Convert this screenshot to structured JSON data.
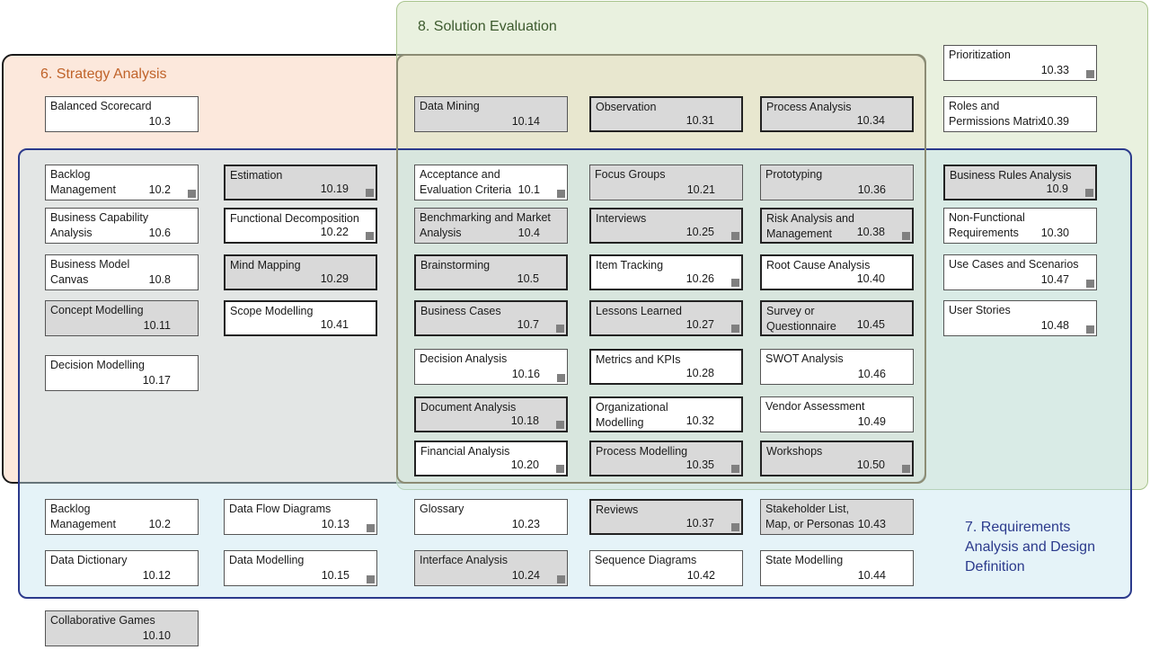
{
  "regions": {
    "strategy": "6. Strategy Analysis",
    "solution": "8. Solution Evaluation",
    "rad": "7. Requirements Analysis and Design Definition"
  },
  "techniques": [
    {
      "name": "Balanced Scorecard",
      "num": "10.3",
      "grey": false,
      "bold": false,
      "marker": false
    },
    {
      "name": "Backlog Management",
      "num": "10.2",
      "grey": false,
      "bold": false,
      "marker": true
    },
    {
      "name": "Business Capability Analysis",
      "num": "10.6",
      "grey": false,
      "bold": false,
      "marker": false
    },
    {
      "name": "Business Model Canvas",
      "num": "10.8",
      "grey": false,
      "bold": false,
      "marker": false
    },
    {
      "name": "Concept Modelling",
      "num": "10.11",
      "grey": true,
      "bold": false,
      "marker": false
    },
    {
      "name": "Decision Modelling",
      "num": "10.17",
      "grey": false,
      "bold": false,
      "marker": false
    },
    {
      "name": "Estimation",
      "num": "10.19",
      "grey": true,
      "bold": true,
      "marker": true
    },
    {
      "name": "Functional Decomposition",
      "num": "10.22",
      "grey": false,
      "bold": true,
      "marker": true
    },
    {
      "name": "Mind Mapping",
      "num": "10.29",
      "grey": true,
      "bold": true,
      "marker": false
    },
    {
      "name": "Scope Modelling",
      "num": "10.41",
      "grey": false,
      "bold": true,
      "marker": false
    },
    {
      "name": "Data Mining",
      "num": "10.14",
      "grey": true,
      "bold": false,
      "marker": false
    },
    {
      "name": "Observation",
      "num": "10.31",
      "grey": true,
      "bold": true,
      "marker": false
    },
    {
      "name": "Process Analysis",
      "num": "10.34",
      "grey": true,
      "bold": true,
      "marker": false
    },
    {
      "name": "Acceptance and Evaluation Criteria",
      "num": "10.1",
      "grey": false,
      "bold": false,
      "marker": true
    },
    {
      "name": "Benchmarking and Market Analysis",
      "num": "10.4",
      "grey": true,
      "bold": false,
      "marker": false
    },
    {
      "name": "Brainstorming",
      "num": "10.5",
      "grey": true,
      "bold": true,
      "marker": false
    },
    {
      "name": "Business Cases",
      "num": "10.7",
      "grey": true,
      "bold": true,
      "marker": true
    },
    {
      "name": "Decision Analysis",
      "num": "10.16",
      "grey": false,
      "bold": false,
      "marker": true
    },
    {
      "name": "Document Analysis",
      "num": "10.18",
      "grey": true,
      "bold": true,
      "marker": true
    },
    {
      "name": "Financial Analysis",
      "num": "10.20",
      "grey": false,
      "bold": true,
      "marker": true
    },
    {
      "name": "Focus Groups",
      "num": "10.21",
      "grey": true,
      "bold": false,
      "marker": false
    },
    {
      "name": "Interviews",
      "num": "10.25",
      "grey": true,
      "bold": true,
      "marker": true
    },
    {
      "name": "Item Tracking",
      "num": "10.26",
      "grey": false,
      "bold": true,
      "marker": true
    },
    {
      "name": "Lessons Learned",
      "num": "10.27",
      "grey": true,
      "bold": true,
      "marker": true
    },
    {
      "name": "Metrics and KPIs",
      "num": "10.28",
      "grey": false,
      "bold": true,
      "marker": false
    },
    {
      "name": "Organizational Modelling",
      "num": "10.32",
      "grey": false,
      "bold": true,
      "marker": false
    },
    {
      "name": "Process Modelling",
      "num": "10.35",
      "grey": true,
      "bold": true,
      "marker": true
    },
    {
      "name": "Prototyping",
      "num": "10.36",
      "grey": true,
      "bold": false,
      "marker": false
    },
    {
      "name": "Risk Analysis and Management",
      "num": "10.38",
      "grey": true,
      "bold": true,
      "marker": true
    },
    {
      "name": "Root Cause Analysis",
      "num": "10.40",
      "grey": false,
      "bold": true,
      "marker": false
    },
    {
      "name": "Survey or Questionnaire",
      "num": "10.45",
      "grey": true,
      "bold": true,
      "marker": false
    },
    {
      "name": "SWOT Analysis",
      "num": "10.46",
      "grey": false,
      "bold": false,
      "marker": false
    },
    {
      "name": "Vendor Assessment",
      "num": "10.49",
      "grey": false,
      "bold": false,
      "marker": false
    },
    {
      "name": "Workshops",
      "num": "10.50",
      "grey": true,
      "bold": true,
      "marker": true
    },
    {
      "name": "Prioritization",
      "num": "10.33",
      "grey": false,
      "bold": false,
      "marker": true
    },
    {
      "name": "Roles and Permissions Matrix",
      "num": "10.39",
      "grey": false,
      "bold": false,
      "marker": false
    },
    {
      "name": "Business Rules Analysis",
      "num": "10.9",
      "grey": true,
      "bold": true,
      "marker": true
    },
    {
      "name": "Non-Functional Requirements",
      "num": "10.30",
      "grey": false,
      "bold": false,
      "marker": false
    },
    {
      "name": "Use Cases and Scenarios",
      "num": "10.47",
      "grey": false,
      "bold": false,
      "marker": true
    },
    {
      "name": "User Stories",
      "num": "10.48",
      "grey": false,
      "bold": false,
      "marker": true
    },
    {
      "name": "Backlog Management",
      "num": "10.2",
      "grey": false,
      "bold": false,
      "marker": false
    },
    {
      "name": "Data Dictionary",
      "num": "10.12",
      "grey": false,
      "bold": false,
      "marker": false
    },
    {
      "name": "Data Flow Diagrams",
      "num": "10.13",
      "grey": false,
      "bold": false,
      "marker": true
    },
    {
      "name": "Data Modelling",
      "num": "10.15",
      "grey": false,
      "bold": false,
      "marker": true
    },
    {
      "name": "Glossary",
      "num": "10.23",
      "grey": false,
      "bold": false,
      "marker": false
    },
    {
      "name": "Interface Analysis",
      "num": "10.24",
      "grey": true,
      "bold": false,
      "marker": true
    },
    {
      "name": "Reviews",
      "num": "10.37",
      "grey": true,
      "bold": true,
      "marker": true
    },
    {
      "name": "Sequence Diagrams",
      "num": "10.42",
      "grey": false,
      "bold": false,
      "marker": false
    },
    {
      "name": "Stakeholder List, Map, or Personas",
      "num": "10.43",
      "grey": true,
      "bold": false,
      "marker": false
    },
    {
      "name": "State Modelling",
      "num": "10.44",
      "grey": false,
      "bold": false,
      "marker": false
    },
    {
      "name": "Collaborative Games",
      "num": "10.10",
      "grey": true,
      "bold": false,
      "marker": false
    }
  ]
}
